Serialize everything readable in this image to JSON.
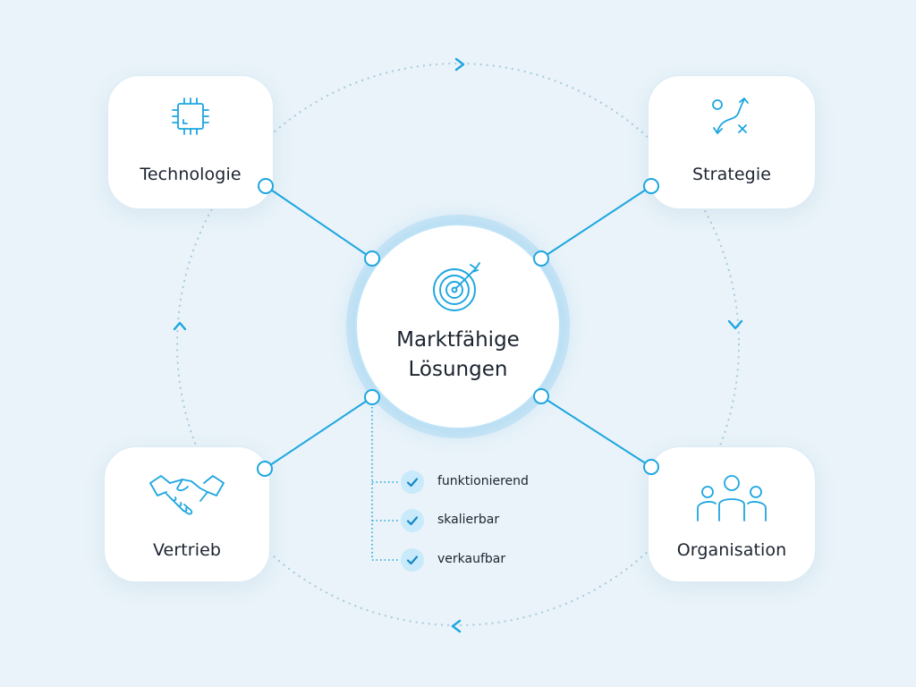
{
  "diagram": {
    "center_title_line1": "Marktfähige",
    "center_title_line2": "Lösungen",
    "cards": {
      "technologie": {
        "label": "Technologie",
        "icon": "chip-icon"
      },
      "strategie": {
        "label": "Strategie",
        "icon": "strategy-icon"
      },
      "vertrieb": {
        "label": "Vertrieb",
        "icon": "handshake-icon"
      },
      "organisation": {
        "label": "Organisation",
        "icon": "team-icon"
      }
    },
    "checklist": [
      {
        "label": "funktionierend"
      },
      {
        "label": "skalierbar"
      },
      {
        "label": "verkaufbar"
      }
    ],
    "center_icon": "target-icon",
    "colors": {
      "accent": "#1da6e0",
      "background": "#e9f3f9",
      "card": "#ffffff",
      "text": "#1c2430",
      "orbit_dots": "#a9cbdd"
    }
  }
}
